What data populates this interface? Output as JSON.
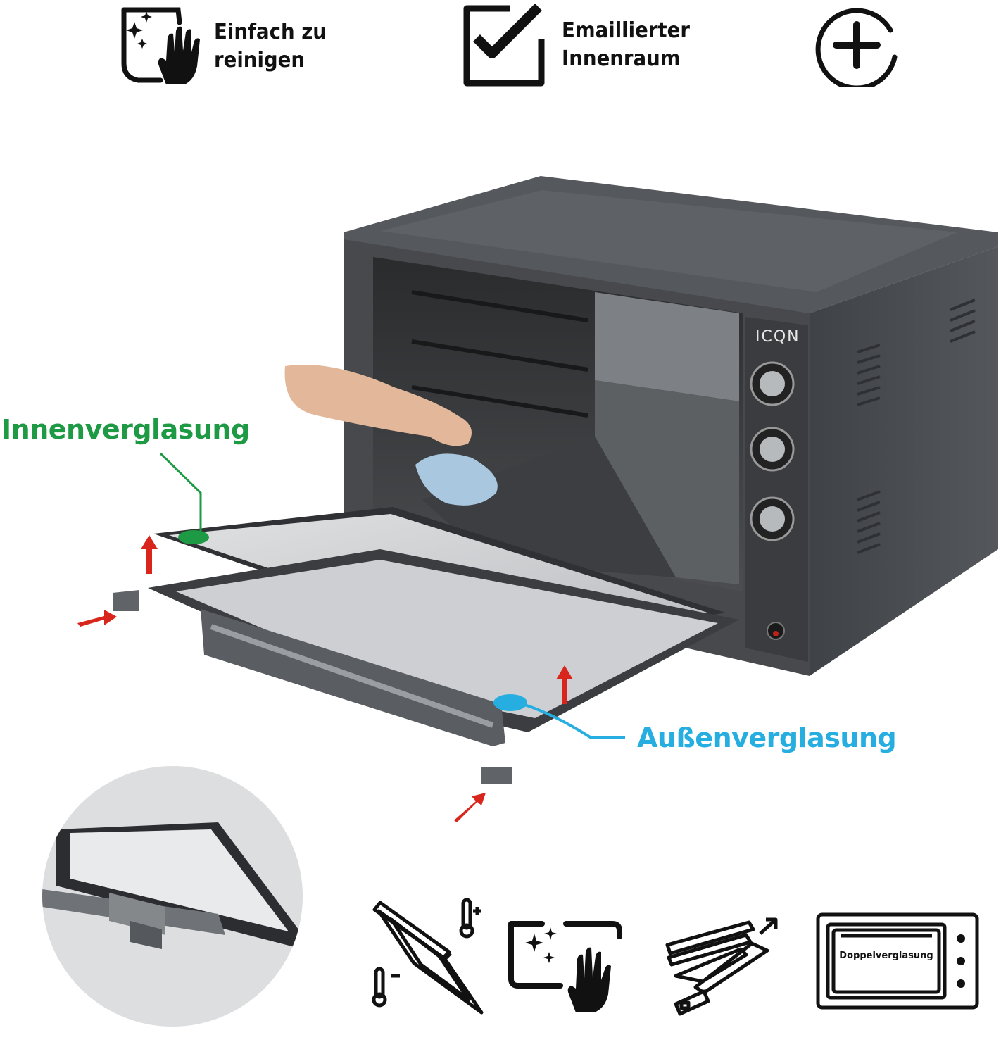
{
  "features": [
    {
      "label": "Einfach zu reinigen",
      "line1": "Einfach zu",
      "line2": "reinigen",
      "icon": "cleaning-hand-icon"
    },
    {
      "label": "Emaillierter Innenraum",
      "line1": "Emaillierter",
      "line2": "Innenraum",
      "icon": "checkbox-icon"
    },
    {
      "label": "",
      "icon": "plus-circle-icon"
    }
  ],
  "product": {
    "brand": "ICQN"
  },
  "callouts": {
    "inner_glazing": "Innenverglasung",
    "outer_glazing": "Außenverglasung"
  },
  "bottom_icons": [
    {
      "icon": "door-thermometer-icon"
    },
    {
      "icon": "cleaning-hand-icon"
    },
    {
      "icon": "removable-door-icon"
    },
    {
      "icon": "oven-double-glazing-icon",
      "label": "Doppelverglasung"
    }
  ],
  "colors": {
    "inner_accent": "#1e9a44",
    "outer_accent": "#27aee0",
    "oven_body": "#4a4d51",
    "arrow_red": "#d9261c"
  }
}
